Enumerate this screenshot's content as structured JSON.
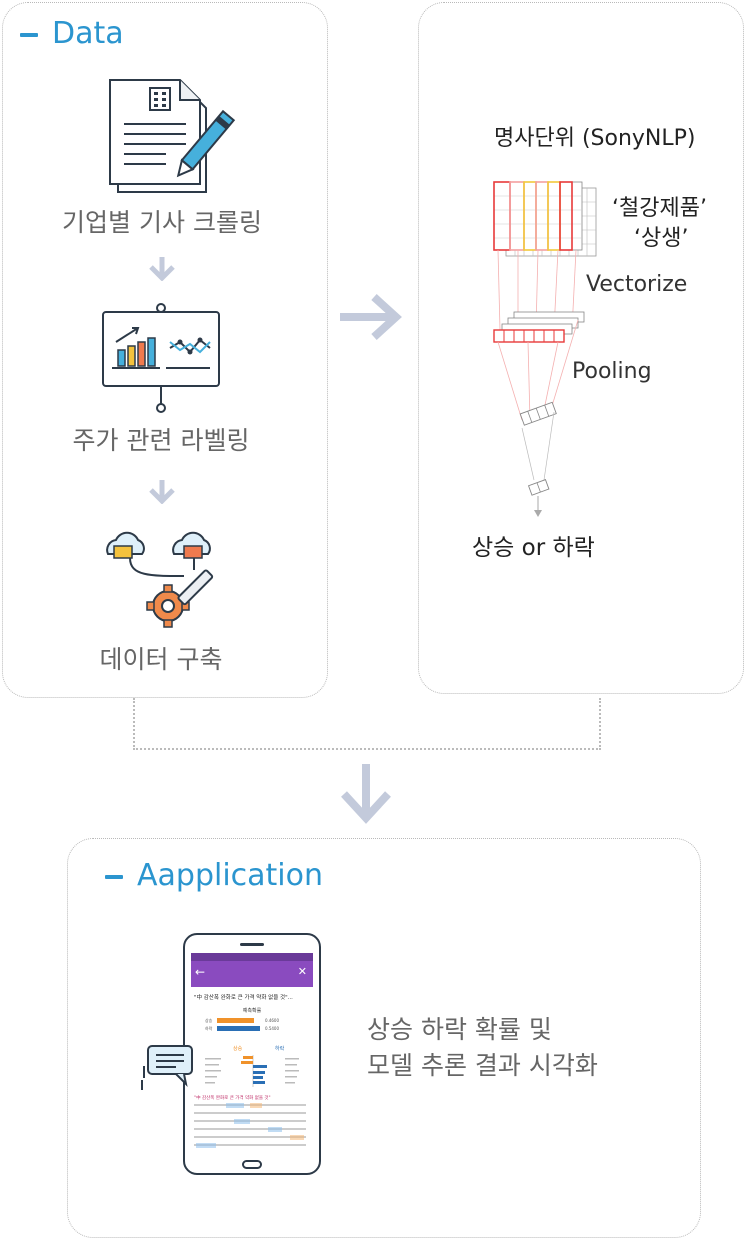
{
  "data_section": {
    "title": "Data",
    "steps": [
      {
        "label": "기업별 기사 크롤링",
        "icon": "document-pen-icon"
      },
      {
        "label": "주가 관련 라벨링",
        "icon": "chart-board-icon"
      },
      {
        "label": "데이터 구축",
        "icon": "cloud-gear-icon"
      }
    ]
  },
  "model_section": {
    "tokenizer_label": "명사단위 (SonyNLP)",
    "example_words": [
      "‘철강제품’",
      "‘상생’"
    ],
    "vectorize_label": "Vectorize",
    "pooling_label": "Pooling",
    "output_label": "상승 or 하락"
  },
  "application_section": {
    "title": "Aapplication",
    "description_lines": [
      "상승 하락 확률 및",
      "모델 추론 결과 시각화"
    ],
    "phone": {
      "headline": "\"中 감산폭 완화로 큰 가격 약화 없을 것\"...",
      "prob_title": "예측확률",
      "prob_rows": [
        {
          "name": "상승",
          "value": "0.4600",
          "fraction": 0.46,
          "color": "#f0922a"
        },
        {
          "name": "하락",
          "value": "0.5400",
          "fraction": 0.54,
          "color": "#2a6fb5"
        }
      ],
      "up_label": "상승",
      "down_label": "하락",
      "body_title": "\"中 감산폭 완화로 큰 가격 약화 없을 것\"",
      "icon_back": "arrow-left-icon",
      "icon_close": "close-icon"
    }
  },
  "colors": {
    "accent": "#2b95cf",
    "arrow": "#c3cadb",
    "phone_bar": "#8a4bbf",
    "up": "#f0922a",
    "down": "#2a6fb5"
  }
}
